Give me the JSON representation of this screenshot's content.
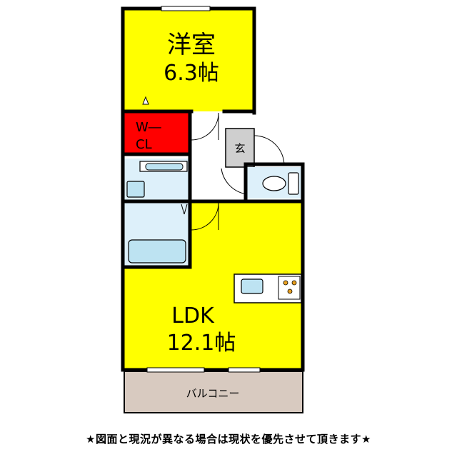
{
  "rooms": {
    "western": {
      "name": "洋室",
      "size": "6.3帖"
    },
    "walk_in_closet": {
      "line1": "W―",
      "line2": "CL"
    },
    "entrance": {
      "name": "玄"
    },
    "ldk": {
      "name": "LDK",
      "size": "12.1帖"
    },
    "balcony": {
      "name": "バルコニー"
    }
  },
  "footer_note": "★図面と現況が異なる場合は現状を優先させて頂きます★",
  "colors": {
    "room_yellow": "#FFFF00",
    "closet_red": "#FF0000",
    "wet_area_blue": "#DDF0FA",
    "fixture_blue": "#BDE3F2",
    "entrance_gray": "#CFCFCF",
    "balcony_tan": "#D8CAC0",
    "wall": "#000000"
  }
}
